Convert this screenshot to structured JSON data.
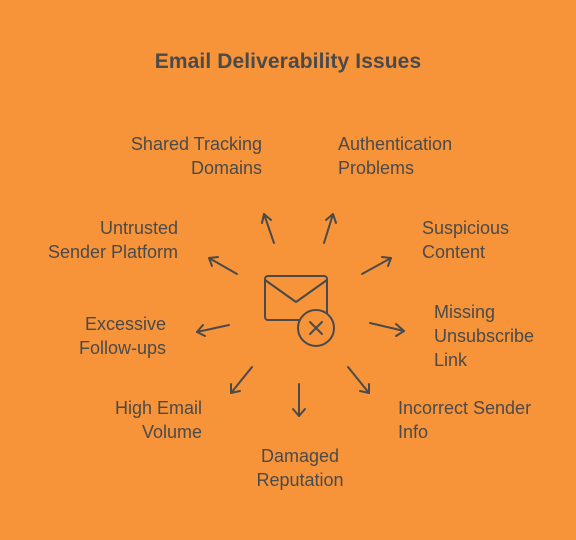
{
  "title": "Email Deliverability Issues",
  "issues": {
    "shared_tracking": [
      "Shared Tracking",
      "Domains"
    ],
    "authentication": [
      "Authentication",
      "Problems"
    ],
    "untrusted_platform": [
      "Untrusted",
      "Sender Platform"
    ],
    "suspicious_content": [
      "Suspicious",
      "Content"
    ],
    "excessive_followups": [
      "Excessive",
      "Follow-ups"
    ],
    "missing_unsubscribe": [
      "Missing",
      "Unsubscribe",
      "Link"
    ],
    "high_volume": [
      "High Email",
      "Volume"
    ],
    "incorrect_sender": [
      "Incorrect Sender",
      "Info"
    ],
    "damaged_reputation": [
      "Damaged",
      "Reputation"
    ]
  },
  "center_icon": "email-blocked-icon",
  "colors": {
    "background": "#F7943A",
    "text": "#4A4A4A",
    "stroke": "#4A4A4A"
  }
}
